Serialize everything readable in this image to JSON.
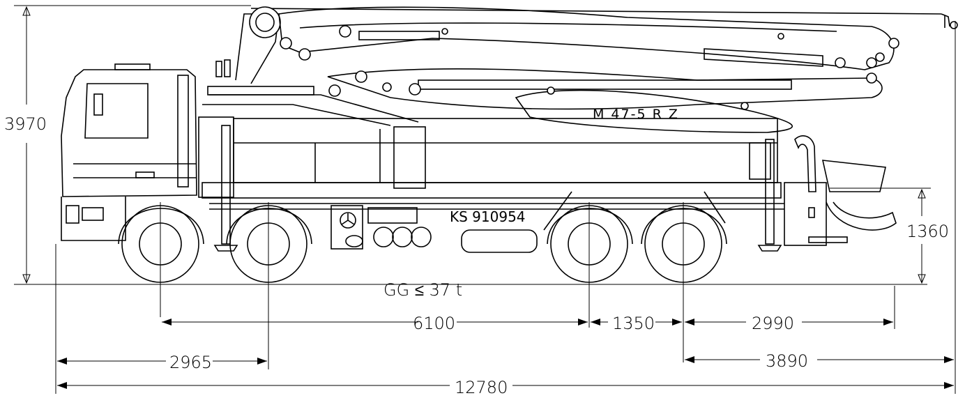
{
  "vehicle": {
    "model_label": "M 47-5 R Z",
    "plate_label": "KS 910954",
    "gross_weight_label": "GG ≤ 37 t"
  },
  "dimensions": {
    "total_height": "3970",
    "hopper_height": "1360",
    "wheelbase_6100": "6100",
    "axle_spacing_1350": "1350",
    "rear_overhang_2990": "2990",
    "front_to_second_axle": "2965",
    "rear_to_end": "3890",
    "total_length": "12780"
  },
  "colors": {
    "line": "#000000",
    "background": "#ffffff"
  }
}
